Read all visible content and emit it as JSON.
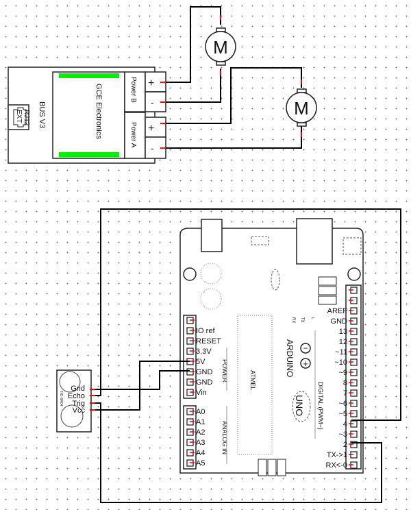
{
  "shield": {
    "name": "BUS V3",
    "connector": [
      "RJ12",
      "EXT"
    ],
    "brand": "GCE Electronics",
    "power_b": {
      "label": "Power B",
      "plus": "+",
      "minus": "-"
    },
    "power_a": {
      "label": "Power A",
      "plus": "+",
      "minus": "-"
    }
  },
  "motors": [
    {
      "label": "M"
    },
    {
      "label": "M"
    }
  ],
  "sensor": {
    "name": "HC-SR04",
    "pins": [
      "Gnd",
      "Echo",
      "Trig",
      "Vcc"
    ]
  },
  "arduino": {
    "brand": "ARDUINO",
    "model": "UNO",
    "chip": "ATMEL",
    "leds": [
      "RX",
      "TX",
      "L"
    ],
    "power_title": "POWER",
    "analog_title": "ANALOG IN",
    "digital_title": "DIGITAL (PWM~)",
    "power_pins": [
      "",
      "IO ref",
      "RESET",
      "3.3V",
      "5V",
      "GND",
      "GND",
      "Vin"
    ],
    "analog_pins": [
      "A0",
      "A1",
      "A2",
      "A3",
      "A4",
      "A5"
    ],
    "digital_pins": [
      "",
      "",
      "AREF",
      "GND",
      "13",
      "12",
      "~11",
      "~10",
      "~9",
      "8",
      "7",
      "~6",
      "~5",
      "4",
      "~3",
      "2",
      "TX->1",
      "RX<-0"
    ]
  },
  "colors": {
    "pin": "#ff0000",
    "wire": "#000000",
    "strip": "#00ee00"
  }
}
